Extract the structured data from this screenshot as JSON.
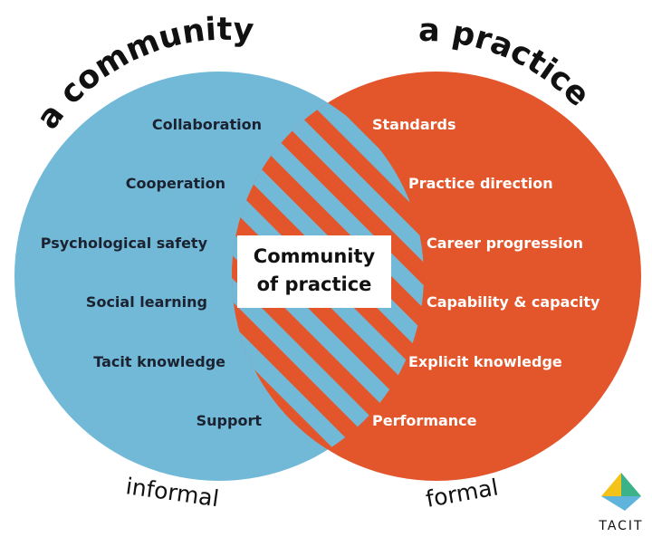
{
  "colors": {
    "community": "#72b9d8",
    "practice": "#e3562b",
    "text_dark": "#1b2230",
    "text_light": "#ffffff"
  },
  "community": {
    "title": "a community",
    "items": [
      "Collaboration",
      "Cooperation",
      "Psychological safety",
      "Social learning",
      "Tacit knowledge",
      "Support"
    ],
    "footer": "informal"
  },
  "practice": {
    "title": "a practice",
    "items": [
      "Standards",
      "Practice direction",
      "Career progression",
      "Capability & capacity",
      "Explicit knowledge",
      "Performance"
    ],
    "footer": "formal"
  },
  "center": {
    "line1": "Community",
    "line2": "of practice"
  },
  "logo": {
    "text": "TACIT",
    "icon": "tacit-triangle-logo"
  }
}
